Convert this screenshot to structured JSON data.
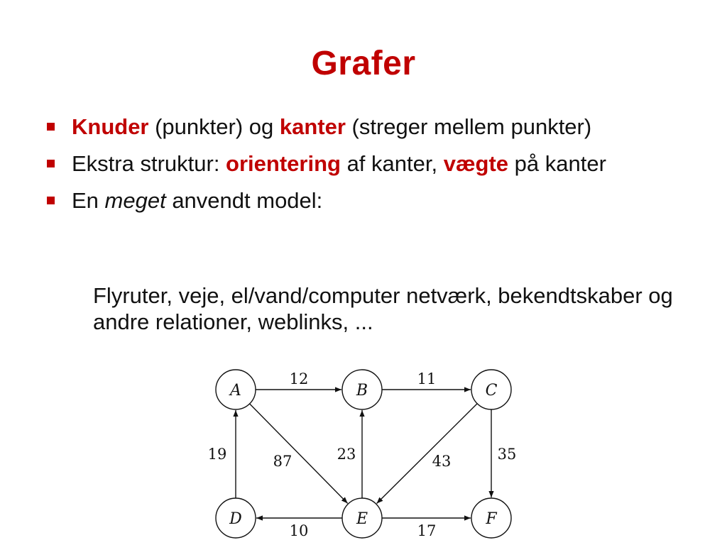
{
  "slide": {
    "title": "Grafer",
    "bullets": [
      {
        "parts": [
          {
            "text": "Knuder",
            "style": "red"
          },
          {
            "text": " (punkter) og ",
            "style": "normal"
          },
          {
            "text": "kanter",
            "style": "red"
          },
          {
            "text": " (streger mellem punkter)",
            "style": "normal"
          }
        ]
      },
      {
        "parts": [
          {
            "text": "Ekstra struktur: ",
            "style": "normal"
          },
          {
            "text": "orientering",
            "style": "red"
          },
          {
            "text": " af kanter, ",
            "style": "normal"
          },
          {
            "text": "vægte",
            "style": "red"
          },
          {
            "text": " på kanter",
            "style": "normal"
          }
        ]
      },
      {
        "parts": [
          {
            "text": "En ",
            "style": "normal"
          },
          {
            "text": "meget",
            "style": "italic"
          },
          {
            "text": " anvendt model:",
            "style": "normal"
          }
        ]
      }
    ],
    "sub_paragraph": "Flyruter, veje, el/vand/computer netværk, bekendtskaber og andre relationer, weblinks, ...",
    "accent_color": "#C00000"
  },
  "graph": {
    "nodes": [
      "A",
      "B",
      "C",
      "D",
      "E",
      "F"
    ],
    "edges": [
      {
        "from": "A",
        "to": "B",
        "weight": "12"
      },
      {
        "from": "B",
        "to": "C",
        "weight": "11"
      },
      {
        "from": "D",
        "to": "A",
        "weight": "19"
      },
      {
        "from": "A",
        "to": "E",
        "weight": "87"
      },
      {
        "from": "E",
        "to": "B",
        "weight": "23"
      },
      {
        "from": "C",
        "to": "E",
        "weight": "43"
      },
      {
        "from": "C",
        "to": "F",
        "weight": "35"
      },
      {
        "from": "E",
        "to": "D",
        "weight": "10"
      },
      {
        "from": "E",
        "to": "F",
        "weight": "17"
      }
    ]
  }
}
